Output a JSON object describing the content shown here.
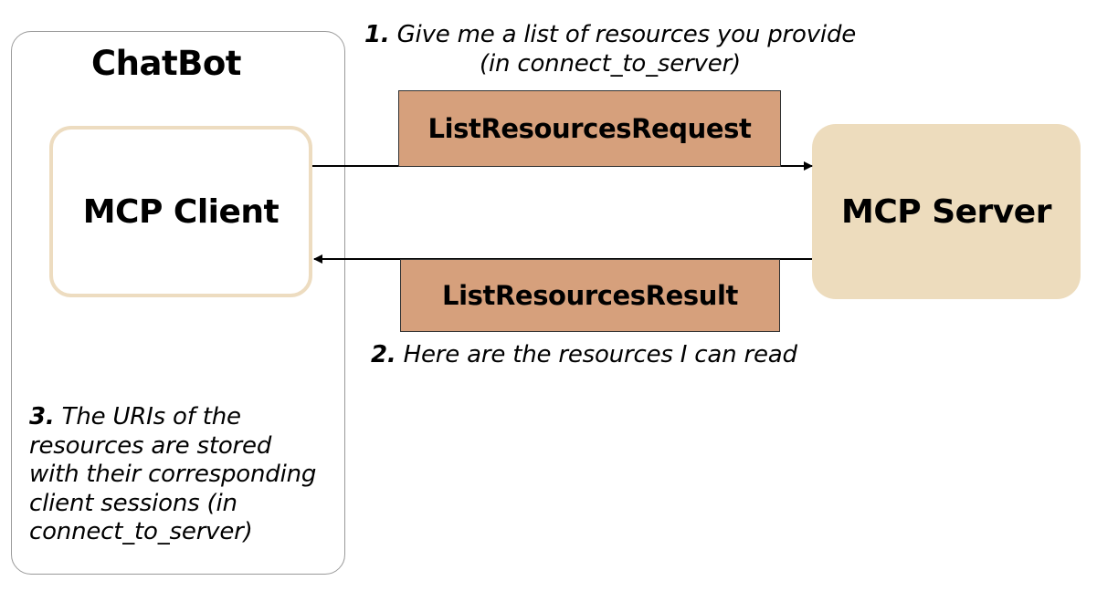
{
  "chatbot": {
    "title": "ChatBot"
  },
  "client": {
    "label": "MCP Client"
  },
  "server": {
    "label": "MCP Server"
  },
  "messages": {
    "request": "ListResourcesRequest",
    "result": "ListResourcesResult"
  },
  "notes": {
    "step1": {
      "number": "1.",
      "line1": "Give me a list of resources you provide",
      "line2": "(in connect_to_server)"
    },
    "step2": {
      "number": "2.",
      "text": "Here are the resources I can read"
    },
    "step3": {
      "number": "3.",
      "line1": "The URIs of the",
      "line2": "resources are stored",
      "line3": "with their corresponding",
      "line4": "client sessions (in",
      "line5": "connect_to_server)"
    }
  },
  "colors": {
    "message_fill": "#d6a07c",
    "server_fill": "#eddcbd",
    "client_border": "#eddcc0",
    "chatbot_border": "#9a9a9a"
  }
}
